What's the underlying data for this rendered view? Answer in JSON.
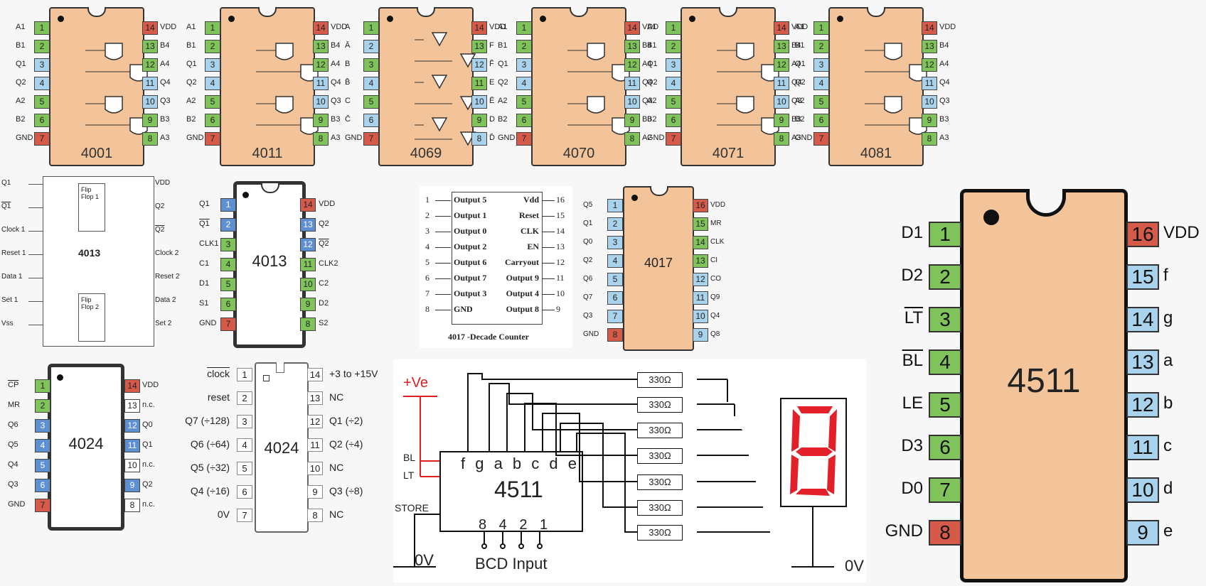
{
  "gate_chips": [
    {
      "part": "4001",
      "left": [
        "A1",
        "B1",
        "Q1",
        "Q2",
        "A2",
        "B2",
        "GND"
      ],
      "right": [
        "VDD",
        "B4",
        "A4",
        "Q4",
        "Q3",
        "B3",
        "A3"
      ]
    },
    {
      "part": "4011",
      "left": [
        "A1",
        "B1",
        "Q1",
        "Q2",
        "A2",
        "B2",
        "GND"
      ],
      "right": [
        "VDD",
        "B4",
        "A4",
        "Q4",
        "Q3",
        "B3",
        "A3"
      ]
    },
    {
      "part": "4069",
      "left": [
        "A",
        "Ā",
        "B",
        "B̄",
        "C",
        "C̄",
        "GND"
      ],
      "right": [
        "VDD",
        "F",
        "F̄",
        "E",
        "Ē",
        "D",
        "D̄"
      ]
    },
    {
      "part": "4070",
      "left": [
        "A1",
        "B1",
        "Q1",
        "Q2",
        "A2",
        "B2",
        "GND"
      ],
      "right": [
        "VDD",
        "B4",
        "A4",
        "Q4",
        "Q3",
        "B3",
        "A2"
      ]
    },
    {
      "part": "4071",
      "left": [
        "A1",
        "B1",
        "Q1",
        "Q2",
        "A2",
        "B2",
        "GND"
      ],
      "right": [
        "VDD",
        "B4",
        "A4",
        "Q4",
        "Q3",
        "B3",
        "A3"
      ]
    },
    {
      "part": "4081",
      "left": [
        "A1",
        "B1",
        "Q1",
        "Q2",
        "A2",
        "B2",
        "GND"
      ],
      "right": [
        "VDD",
        "B4",
        "A4",
        "Q4",
        "Q3",
        "B3",
        "A3"
      ]
    }
  ],
  "schematic_4013": {
    "part": "4013",
    "flipflop1": "Flip Flop 1",
    "flipflop2": "Flip Flop 2",
    "left": [
      "Q1",
      "Q1",
      "Clock 1",
      "Reset 1",
      "Data 1",
      "Set 1",
      "Vss"
    ],
    "right": [
      "VDD",
      "Q2",
      "Q2",
      "Clock 2",
      "Reset 2",
      "Data 2",
      "Set 2"
    ]
  },
  "chip_4013": {
    "part": "4013",
    "left": [
      "Q1",
      "Q1",
      "CLK1",
      "C1",
      "D1",
      "S1",
      "GND"
    ],
    "right": [
      "VDD",
      "Q2",
      "Q2",
      "CLK2",
      "C2",
      "D2",
      "S2"
    ]
  },
  "schematic_4017": {
    "caption": "4017 -Decade Counter",
    "left_nums": [
      "1",
      "2",
      "3",
      "4",
      "5",
      "6",
      "7",
      "8"
    ],
    "left": [
      "Output 5",
      "Output 1",
      "Output 0",
      "Output 2",
      "Output 6",
      "Output 7",
      "Output 3",
      "GND"
    ],
    "right": [
      "Vdd",
      "Reset",
      "CLK",
      "EN",
      "Carryout",
      "Output 9",
      "Output 4",
      "Output 8"
    ],
    "right_nums": [
      "16",
      "15",
      "14",
      "13",
      "12",
      "11",
      "10",
      "9"
    ]
  },
  "chip_4017": {
    "part": "4017",
    "left": [
      "Q5",
      "Q1",
      "Q0",
      "Q2",
      "Q6",
      "Q7",
      "Q3",
      "GND"
    ],
    "right": [
      "VDD",
      "MR",
      "CLK",
      "CI",
      "CO",
      "Q9",
      "Q4",
      "Q8"
    ]
  },
  "chip_4024a": {
    "part": "4024",
    "left": [
      "CP",
      "MR",
      "Q6",
      "Q5",
      "Q4",
      "Q3",
      "GND"
    ],
    "right": [
      "VDD",
      "n.c.",
      "Q0",
      "Q1",
      "n.c.",
      "Q2",
      "n.c."
    ]
  },
  "chip_4024b": {
    "part": "4024",
    "left": [
      "clock",
      "reset",
      "Q7 (÷128)",
      "Q6 (÷64)",
      "Q5 (÷32)",
      "Q4 (÷16)",
      "0V"
    ],
    "right": [
      "+3 to +15V",
      "NC",
      "Q1 (÷2)",
      "Q2 (÷4)",
      "NC",
      "Q3 (÷8)",
      "NC"
    ]
  },
  "circuit_4511": {
    "supply": "+Ve",
    "bl": "BL",
    "lt": "LT",
    "store": "STORE",
    "part": "4511",
    "segments": "f g a b c d e",
    "bcd_bits": "8 4 2 1",
    "bcd_label": "BCD Input",
    "ground_left": "0V",
    "ground_right": "0V",
    "resistor": "330Ω"
  },
  "chip_4511": {
    "part": "4511",
    "left": [
      "D1",
      "D2",
      "LT",
      "BL",
      "LE",
      "D3",
      "D0",
      "GND"
    ],
    "right": [
      "VDD",
      "f",
      "g",
      "a",
      "b",
      "c",
      "d",
      "e"
    ]
  }
}
